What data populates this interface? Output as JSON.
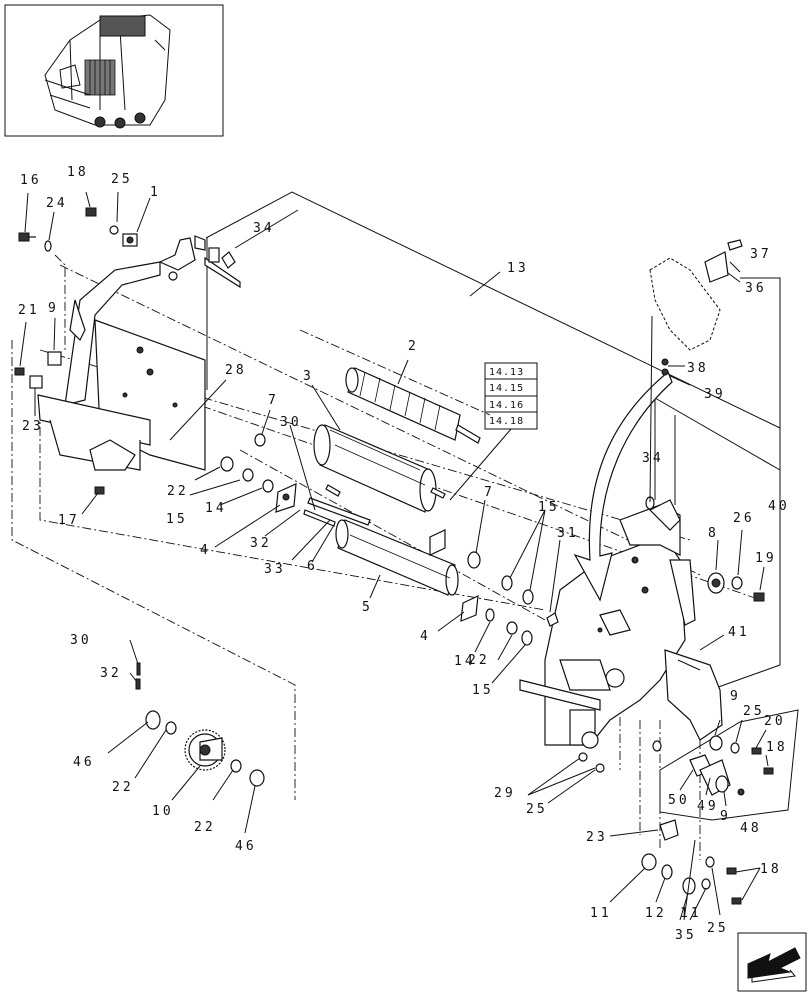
{
  "diagram": {
    "callouts": [
      {
        "id": "c16a",
        "label": "16"
      },
      {
        "id": "c18a",
        "label": "18"
      },
      {
        "id": "c25a",
        "label": "25"
      },
      {
        "id": "c24",
        "label": "24"
      },
      {
        "id": "c1",
        "label": "1"
      },
      {
        "id": "c34a",
        "label": "34"
      },
      {
        "id": "c13",
        "label": "13"
      },
      {
        "id": "c37",
        "label": "37"
      },
      {
        "id": "c36",
        "label": "36"
      },
      {
        "id": "c21",
        "label": "21"
      },
      {
        "id": "c9a",
        "label": "9"
      },
      {
        "id": "c2",
        "label": "2"
      },
      {
        "id": "c28",
        "label": "28"
      },
      {
        "id": "c3",
        "label": "3"
      },
      {
        "id": "c38",
        "label": "38"
      },
      {
        "id": "c39",
        "label": "39"
      },
      {
        "id": "c23a",
        "label": "23"
      },
      {
        "id": "c7a",
        "label": "7"
      },
      {
        "id": "c30a",
        "label": "30"
      },
      {
        "id": "c22a",
        "label": "22"
      },
      {
        "id": "c15a",
        "label": "15"
      },
      {
        "id": "c14a",
        "label": "14"
      },
      {
        "id": "c17",
        "label": "17"
      },
      {
        "id": "c34b",
        "label": "34"
      },
      {
        "id": "c40",
        "label": "40"
      },
      {
        "id": "c4a",
        "label": "4"
      },
      {
        "id": "c32a",
        "label": "32"
      },
      {
        "id": "c33",
        "label": "33"
      },
      {
        "id": "c6",
        "label": "6"
      },
      {
        "id": "c7b",
        "label": "7"
      },
      {
        "id": "c15b",
        "label": "15"
      },
      {
        "id": "c31",
        "label": "31"
      },
      {
        "id": "c8",
        "label": "8"
      },
      {
        "id": "c26",
        "label": "26"
      },
      {
        "id": "c19",
        "label": "19"
      },
      {
        "id": "c5",
        "label": "5"
      },
      {
        "id": "c4b",
        "label": "4"
      },
      {
        "id": "c14b",
        "label": "14"
      },
      {
        "id": "c22b",
        "label": "22"
      },
      {
        "id": "c15c",
        "label": "15"
      },
      {
        "id": "c41",
        "label": "41"
      },
      {
        "id": "c30b",
        "label": "30"
      },
      {
        "id": "c32b",
        "label": "32"
      },
      {
        "id": "c9b",
        "label": "9"
      },
      {
        "id": "c25b",
        "label": "25"
      },
      {
        "id": "c20",
        "label": "20"
      },
      {
        "id": "c18b",
        "label": "18"
      },
      {
        "id": "c46a",
        "label": "46"
      },
      {
        "id": "c22c",
        "label": "22"
      },
      {
        "id": "c10",
        "label": "10"
      },
      {
        "id": "c22d",
        "label": "22"
      },
      {
        "id": "c46b",
        "label": "46"
      },
      {
        "id": "c29",
        "label": "29"
      },
      {
        "id": "c25c",
        "label": "25"
      },
      {
        "id": "c50",
        "label": "50"
      },
      {
        "id": "c49",
        "label": "49"
      },
      {
        "id": "c9c",
        "label": "9"
      },
      {
        "id": "c48",
        "label": "48"
      },
      {
        "id": "c23b",
        "label": "23"
      },
      {
        "id": "c18c",
        "label": "18"
      },
      {
        "id": "c11a",
        "label": "11"
      },
      {
        "id": "c12",
        "label": "12"
      },
      {
        "id": "c35",
        "label": "35"
      },
      {
        "id": "c11b",
        "label": "11"
      },
      {
        "id": "c25d",
        "label": "25"
      }
    ],
    "reference_box": [
      "14.13",
      "14.15",
      "14.16",
      "14.18"
    ]
  }
}
